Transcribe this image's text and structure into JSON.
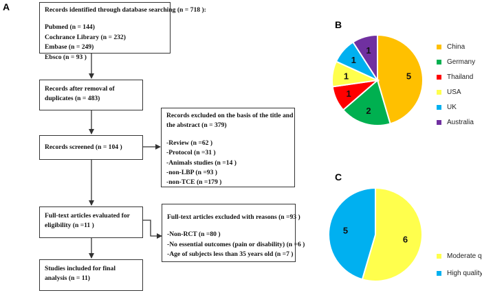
{
  "panels": {
    "a": "A",
    "b": "B",
    "c": "C"
  },
  "flow": {
    "identification": {
      "title": "Records identified through database searching (n = 718 ):",
      "lines": [
        "Pubmed (n = 144)",
        "Cochrance Library (n = 232)",
        "Embase (n = 249)",
        "Ebsco (n = 93 )"
      ]
    },
    "removal": {
      "lines": [
        "Records after removal of",
        "duplicates (n = 483)"
      ]
    },
    "screened": {
      "lines": [
        "Records screened (n = 104 )"
      ]
    },
    "excluded_title": {
      "title": [
        "Records excluded on the basis of the title and",
        "the abstract (n = 379)"
      ],
      "lines": [
        "-Review (n =62 )",
        "-Protocol (n =31 )",
        "-Animals studies (n =14 )",
        "-non-LBP (n =93 )",
        "-non-TCE (n =179 )"
      ]
    },
    "fulltext": {
      "lines": [
        "Full-text articles evaluated for",
        "eligibility (n =11 )"
      ]
    },
    "excluded_fulltext": {
      "title": "Full-text articles excluded with reasons (n =93 )",
      "lines": [
        "-Non-RCT (n =80 )",
        "-No essential outcomes (pain or disability) (n =6 )",
        "-Age of subjects less than 35 years old (n =7 )"
      ]
    },
    "included": {
      "lines": [
        "Studies included for final",
        "analysis (n = 11)"
      ]
    }
  },
  "chart_data": [
    {
      "type": "pie",
      "categories": [
        "China",
        "Germany",
        "Thailand",
        "USA",
        "UK",
        "Australia"
      ],
      "values": [
        5,
        2,
        1,
        1,
        1,
        1
      ],
      "colors": [
        "#FFC000",
        "#00B050",
        "#FF0000",
        "#FFFF4D",
        "#00B0F0",
        "#7030A0"
      ],
      "legend_position": "right"
    },
    {
      "type": "pie",
      "categories": [
        "Moderate quality",
        "High quality"
      ],
      "values": [
        6,
        5
      ],
      "colors": [
        "#FFFF4D",
        "#00B0F0"
      ],
      "legend_position": "bottom-right"
    }
  ]
}
